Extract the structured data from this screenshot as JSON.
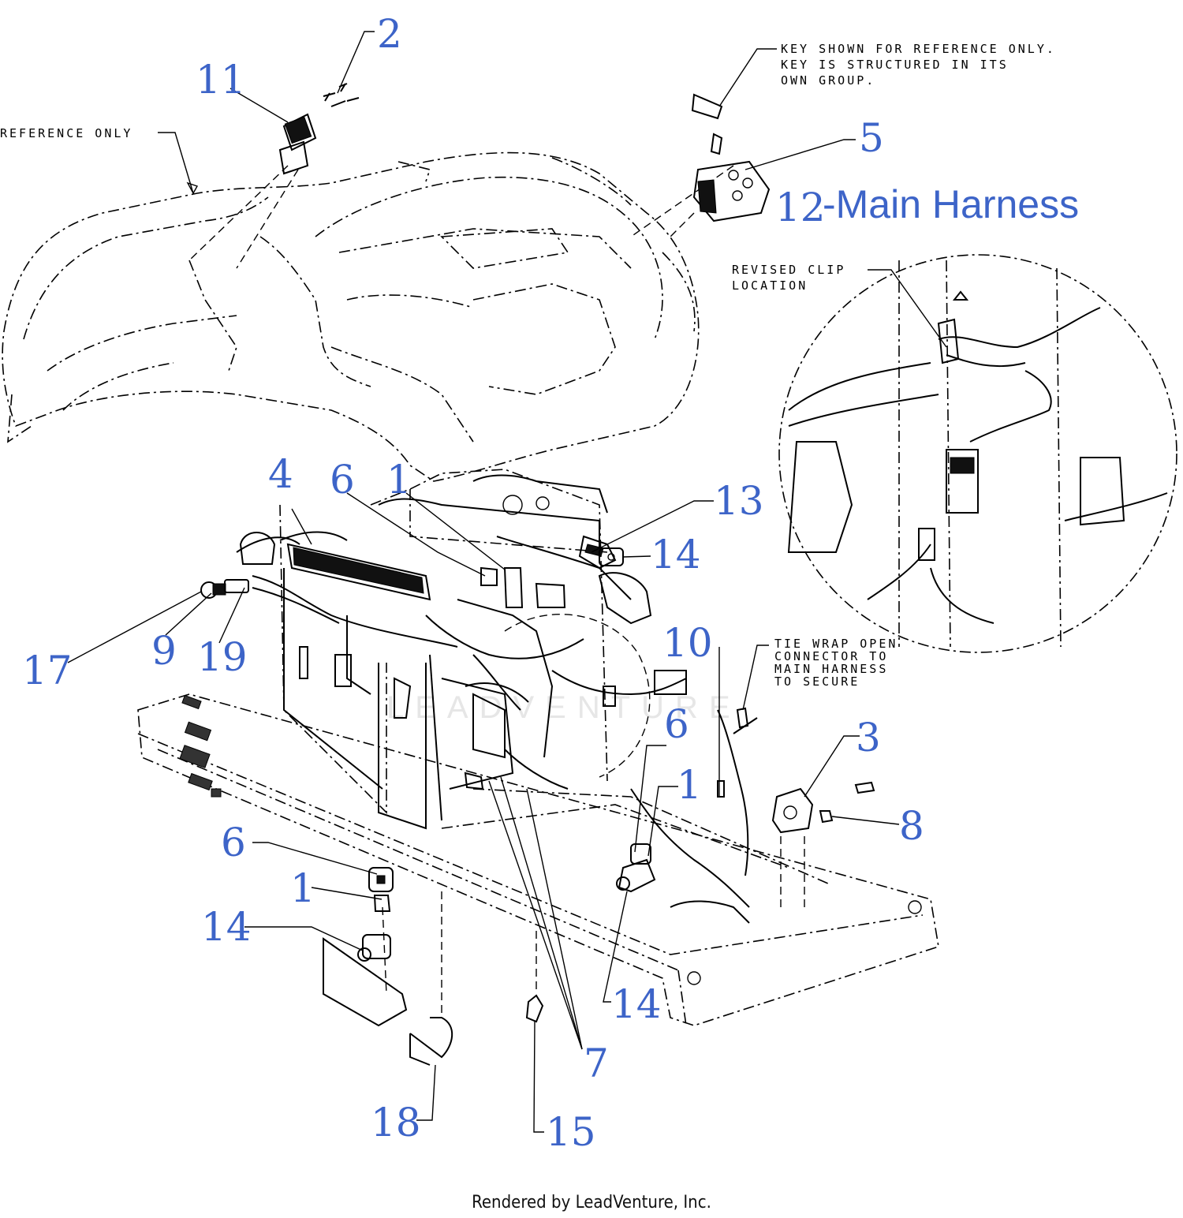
{
  "callouts": {
    "c1_top": "1",
    "c1_mid": "1",
    "c1_low": "1",
    "c2": "2",
    "c3": "3",
    "c4": "4",
    "c5": "5",
    "c6_top": "6",
    "c6_mid": "6",
    "c6_low": "6",
    "c7": "7",
    "c8": "8",
    "c9": "9",
    "c10": "10",
    "c11": "11",
    "c12_num": "12",
    "c12_text": "-Main Harness",
    "c13": "13",
    "c14_top": "14",
    "c14_left": "14",
    "c14_low": "14",
    "c15": "15",
    "c17": "17",
    "c18": "18",
    "c19": "19"
  },
  "notes": {
    "reference_only": "REFERENCE ONLY",
    "key_line1": "KEY SHOWN FOR REFERENCE ONLY.",
    "key_line2": "KEY IS STRUCTURED IN ITS",
    "key_line3": "OWN GROUP.",
    "clip_line1": "REVISED CLIP",
    "clip_line2": "LOCATION",
    "tie_line1": "TIE WRAP OPEN",
    "tie_line2": "CONNECTOR TO",
    "tie_line3": "MAIN HARNESS",
    "tie_line4": "TO SECURE"
  },
  "watermark": "LEADVENTURE",
  "footer": "Rendered by LeadVenture, Inc.",
  "colors": {
    "callout": "#3d64c8",
    "drawing": "#000000"
  }
}
